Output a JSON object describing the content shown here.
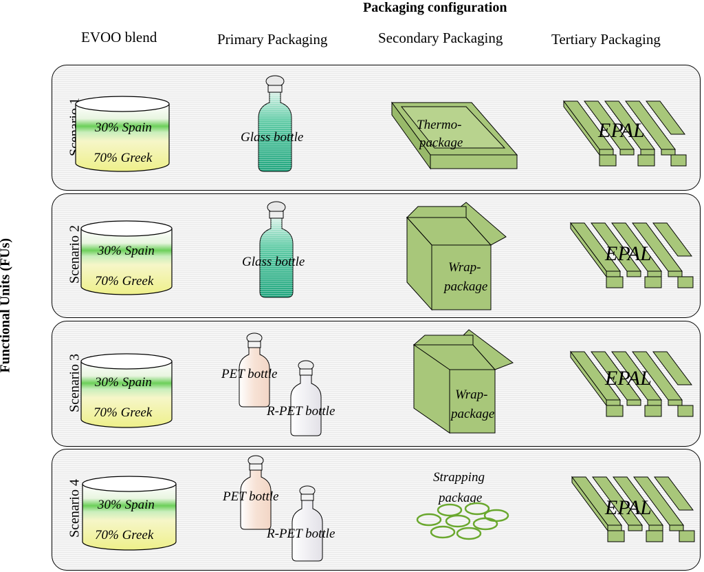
{
  "header": {
    "title": "Packaging configuration",
    "columns": [
      "EVOO blend",
      "Primary Packaging",
      "Secondary Packaging",
      "Tertiary Packaging"
    ]
  },
  "y_axis_label": "Functional Units (FUs)",
  "scenarios": [
    {
      "name": "Scenario 1",
      "blend": [
        "30% Spain",
        "70% Greek"
      ],
      "primary": [
        "Glass bottle"
      ],
      "secondary": [
        "Thermo-",
        "package"
      ],
      "tertiary": "EPAL"
    },
    {
      "name": "Scenario 2",
      "blend": [
        "30% Spain",
        "70% Greek"
      ],
      "primary": [
        "Glass bottle"
      ],
      "secondary": [
        "Wrap-",
        "package"
      ],
      "tertiary": "EPAL"
    },
    {
      "name": "Scenario 3",
      "blend": [
        "30% Spain",
        "70% Greek"
      ],
      "primary": [
        "PET bottle",
        "R-PET bottle"
      ],
      "secondary": [
        "Wrap-",
        "package"
      ],
      "tertiary": "EPAL"
    },
    {
      "name": "Scenario 4",
      "blend": [
        "30% Spain",
        "70% Greek"
      ],
      "primary": [
        "PET bottle",
        "R-PET bottle"
      ],
      "secondary": [
        "Strapping",
        "package"
      ],
      "tertiary": "EPAL"
    }
  ],
  "colors": {
    "green_fill": "#a8c77a",
    "green_stroke": "#4d6b2a",
    "glass": "#3fbf96",
    "oil_yellow": "#f3f3a0",
    "oil_green": "#7fd46b",
    "pet": "#f5e3d8",
    "rpet": "#eeeef0",
    "strap": "#6aa82e"
  }
}
